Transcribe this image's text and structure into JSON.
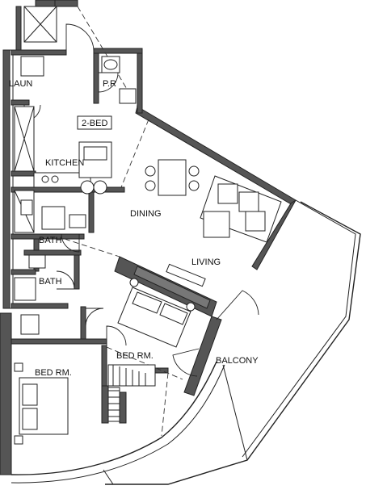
{
  "plan": {
    "unit_label": "2-BED",
    "rooms": {
      "laundry": "LAUN",
      "powder_room": "P.R",
      "kitchen": "KITCHEN",
      "dining": "DINING",
      "living": "LIVING",
      "bath_1": "BATH",
      "bath_2": "BATH",
      "bedroom_1": "BED RM.",
      "bedroom_2": "BED RM.",
      "balcony": "BALCONY"
    }
  }
}
